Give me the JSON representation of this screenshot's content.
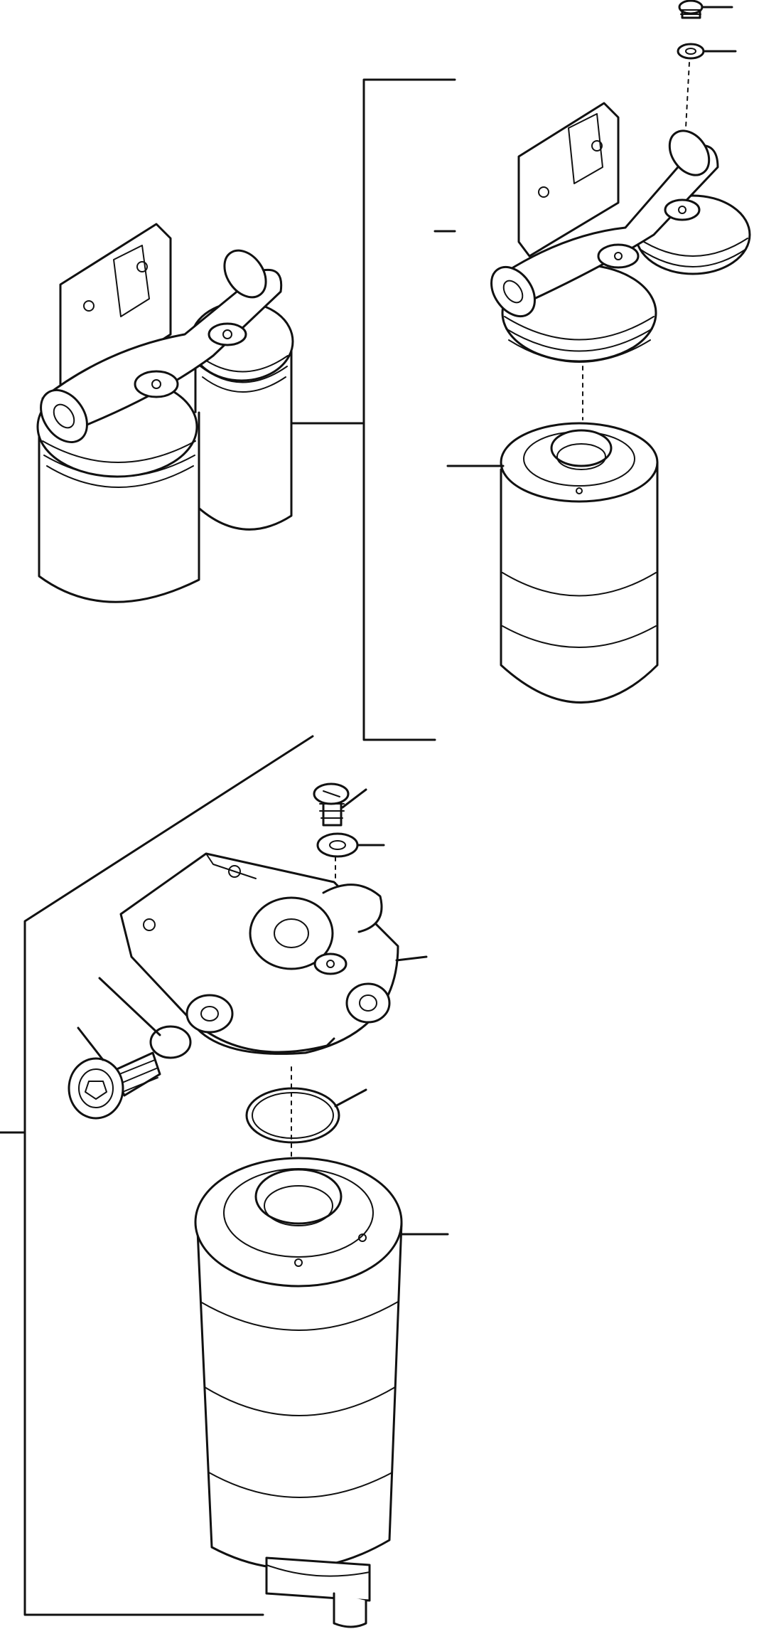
{
  "diagram": {
    "colors": {
      "ink": "#111111",
      "paper": "#ffffff"
    },
    "parts": [
      {
        "name": "twin-filter-assembly"
      },
      {
        "name": "twin-filter-head"
      },
      {
        "name": "filter-cartridge"
      },
      {
        "name": "single-filter-assembly"
      },
      {
        "name": "single-filter-head"
      },
      {
        "name": "sealing-o-ring"
      },
      {
        "name": "bleed-screw"
      },
      {
        "name": "washer"
      },
      {
        "name": "drain-plug"
      },
      {
        "name": "plug-o-ring"
      }
    ]
  }
}
